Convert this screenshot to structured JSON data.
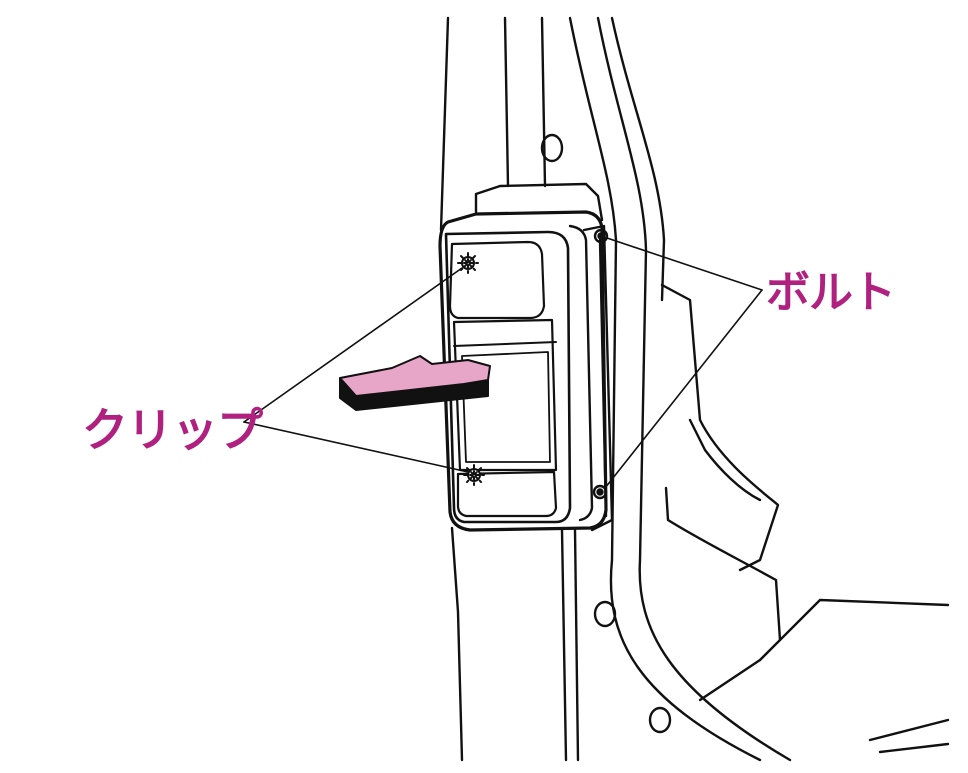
{
  "labels": {
    "bolt": "ボルト",
    "clip": "クリップ"
  },
  "colors": {
    "label": "#b0207f",
    "arrow_face": "#e7a5c8",
    "arrow_side": "#111111",
    "line": "#111111",
    "background": "#ffffff"
  },
  "icons": {
    "bolt": "bolt-icon",
    "clip": "clip-icon",
    "arrow": "removal-direction-arrow"
  }
}
